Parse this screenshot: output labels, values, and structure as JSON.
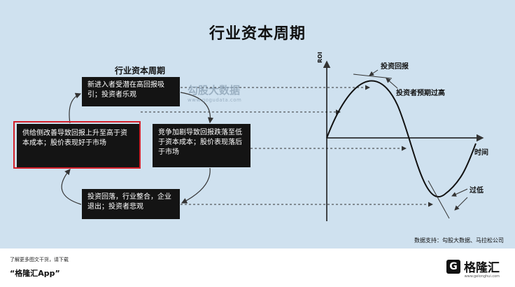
{
  "title": "行业资本周期",
  "cycle": {
    "title": "行业资本周期",
    "top": "新进入者受潜在高回报吸引；投资者乐观",
    "right": "竞争加剧导致回报跌落至低于资本成本；股价表现落后于市场",
    "bottom": "投资回落，行业整合，企业退出；投资者悲观",
    "left": "供给侧改善导致回报上升至高于资本成本；股价表现好于市场"
  },
  "graph": {
    "y_axis_label": "ROI",
    "x_axis_label": "时间",
    "peak_label": "投资回报",
    "expectation_label": "投资者预期过高",
    "trough_label": "过低"
  },
  "watermark": {
    "text": "勾股大数据",
    "url": "www.gogudata.com"
  },
  "source": "数据支持：勾股大数据、马拉松公司",
  "footer": {
    "note": "了解更多图文干货，请下载",
    "app": "“格隆汇App”"
  },
  "logo": {
    "mark": "G",
    "name": "格隆汇",
    "url": "www.gelonghui.com"
  },
  "colors": {
    "panel": "#cfe1ef",
    "box": "#141414",
    "highlight": "#d3202a"
  }
}
